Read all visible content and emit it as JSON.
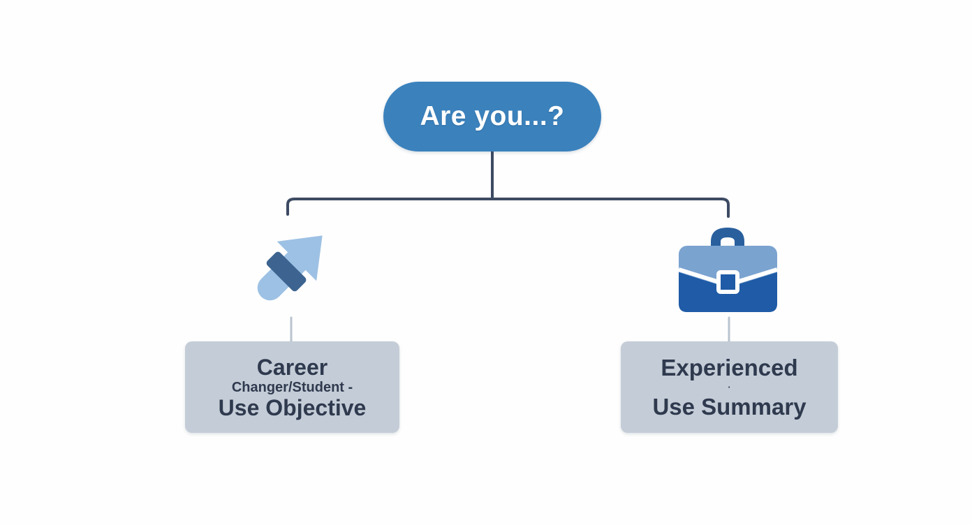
{
  "diagram": {
    "type": "decision-tree",
    "background_color": "#fefefe",
    "root": {
      "label": "Are you...?",
      "shape": "pill",
      "fill_color": "#3b82bd",
      "text_color": "#ffffff"
    },
    "connector": {
      "color": "#3d4a63",
      "style": "elbow-orthogonal",
      "stub_color": "#b9c4cf"
    },
    "branches": [
      {
        "id": "left",
        "icon": "upward-arrow-icon",
        "icon_colors": {
          "body": "#9dc1e4",
          "band": "#3d6490"
        },
        "box_fill": "#c4cdd7",
        "text_color": "#2f3a4f",
        "lines": [
          "Career",
          "Changer/Student -",
          "Use Objective"
        ]
      },
      {
        "id": "right",
        "icon": "briefcase-icon",
        "icon_colors": {
          "handle": "#2a5f9e",
          "top": "#7ba3d0",
          "body": "#1f5ba6",
          "flap": "#ffffff"
        },
        "box_fill": "#c4cdd7",
        "text_color": "#2f3a4f",
        "lines": [
          "Experienced",
          "·",
          "Use Summary"
        ]
      }
    ]
  }
}
